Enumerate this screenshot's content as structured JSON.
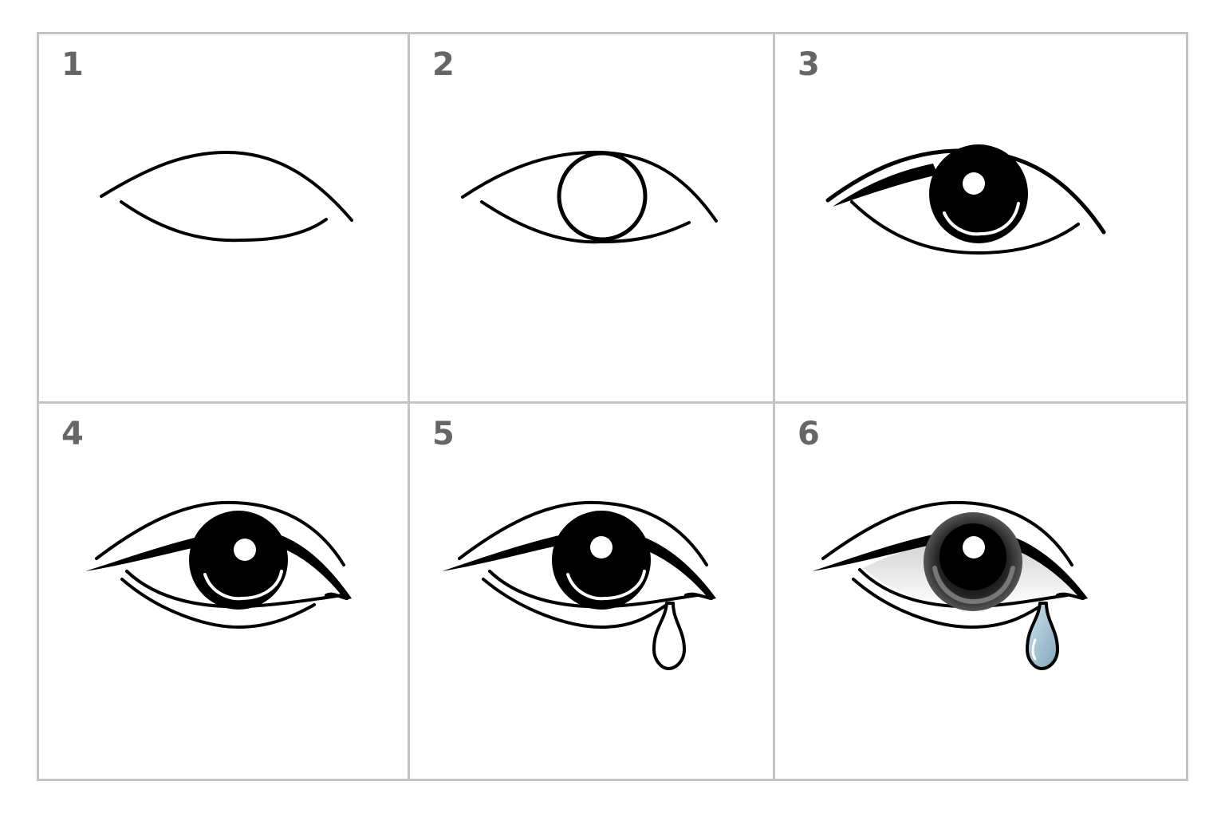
{
  "panels": [
    {
      "step": "1"
    },
    {
      "step": "2"
    },
    {
      "step": "3"
    },
    {
      "step": "4"
    },
    {
      "step": "5"
    },
    {
      "step": "6"
    }
  ],
  "colors": {
    "grid_line": "#c4c4c4",
    "step_number": "#666666",
    "ink": "#000000",
    "tear_fill": "#9fbfcf",
    "iris_shade": "#555555",
    "sclera_shade": "#e6e6e6"
  }
}
